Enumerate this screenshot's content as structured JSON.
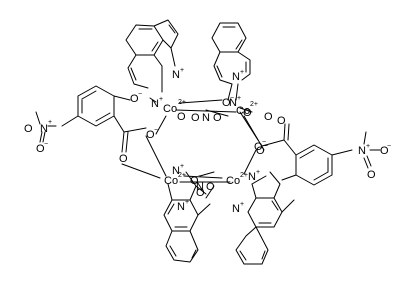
{
  "labels": {
    "O": "O",
    "N": "N",
    "Co": "Co",
    "N_plus": "N",
    "plus": "+",
    "minus": "−",
    "two_plus": "2+"
  }
}
